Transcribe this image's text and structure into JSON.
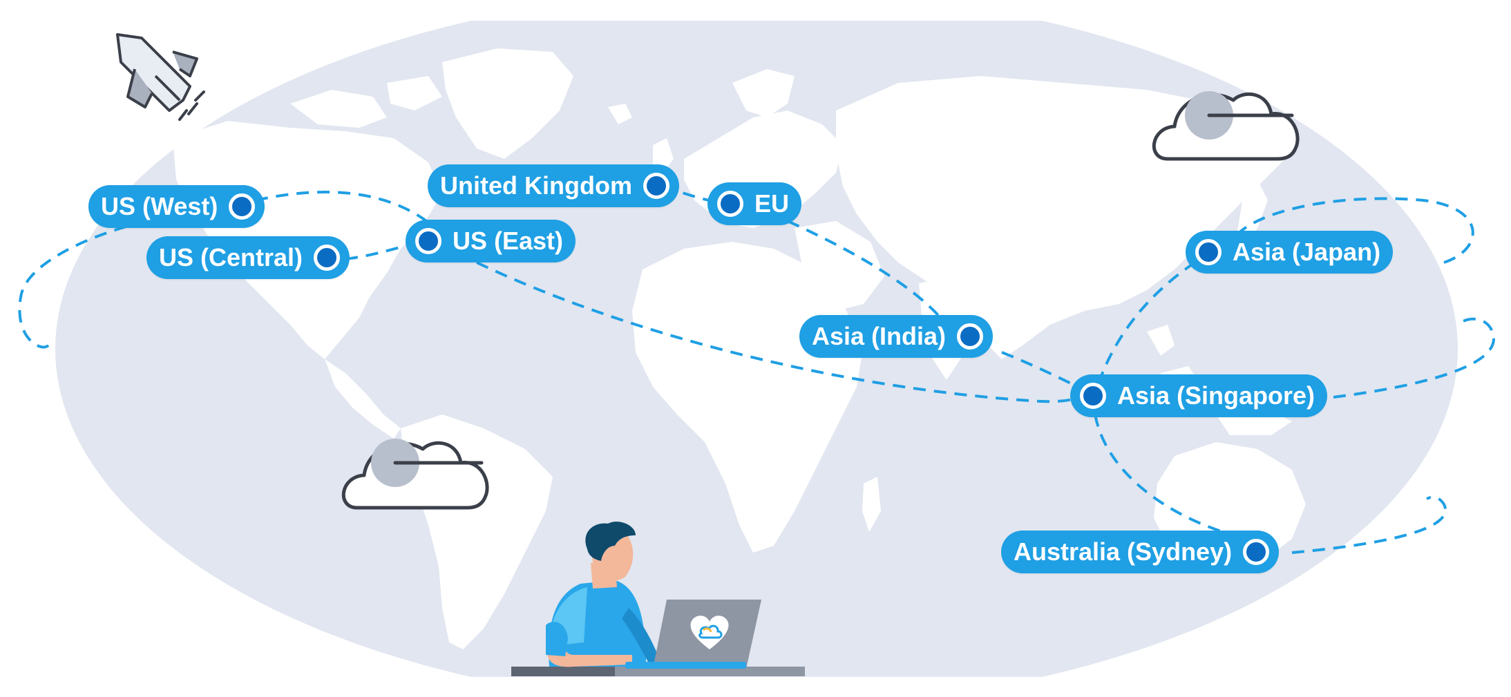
{
  "colors": {
    "map_ocean": "#e1e6f0",
    "map_land": "#ffffff",
    "pill_background": "#1f9fe4",
    "pill_dot": "#0b6cc3",
    "route_line": "#1f9fe4",
    "icon_stroke": "#3a3f49",
    "person_shirt": "#2aa7ea",
    "laptop": "#8e95a3"
  },
  "regions": [
    {
      "id": "us-west",
      "label": "US (West)"
    },
    {
      "id": "us-central",
      "label": "US (Central)"
    },
    {
      "id": "united-kingdom",
      "label": "United Kingdom"
    },
    {
      "id": "us-east",
      "label": "US (East)"
    },
    {
      "id": "eu",
      "label": "EU"
    },
    {
      "id": "asia-japan",
      "label": "Asia (Japan)"
    },
    {
      "id": "asia-india",
      "label": "Asia (India)"
    },
    {
      "id": "asia-singapore",
      "label": "Asia (Singapore)"
    },
    {
      "id": "australia-sydney",
      "label": "Australia (Sydney)"
    }
  ],
  "decorations": {
    "icons": [
      "rocket-icon",
      "cloud-icon",
      "cloud-icon",
      "heart-cloud-logo-icon"
    ],
    "illustration": "person-with-laptop"
  }
}
